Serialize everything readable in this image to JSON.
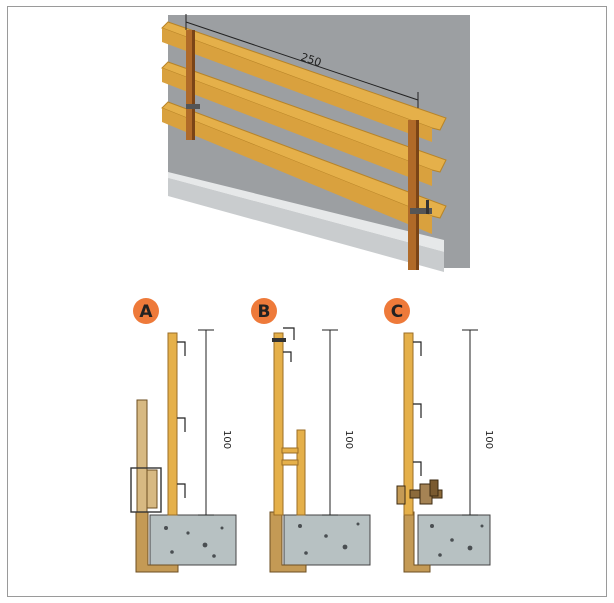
{
  "top_view": {
    "span_label": "250"
  },
  "details": [
    {
      "badge": "A",
      "height_label": "100"
    },
    {
      "badge": "B",
      "height_label": "100"
    },
    {
      "badge": "C",
      "height_label": "100"
    }
  ],
  "colors": {
    "wall": "#9c9fa2",
    "wall_edge": "#7f8286",
    "plank": "#e5b04a",
    "plank_dark": "#c48c28",
    "post": "#b06a28",
    "post_dark": "#7a4416",
    "slab": "#b7c1c2",
    "badge": "#ee7a3a",
    "line": "#222222"
  }
}
